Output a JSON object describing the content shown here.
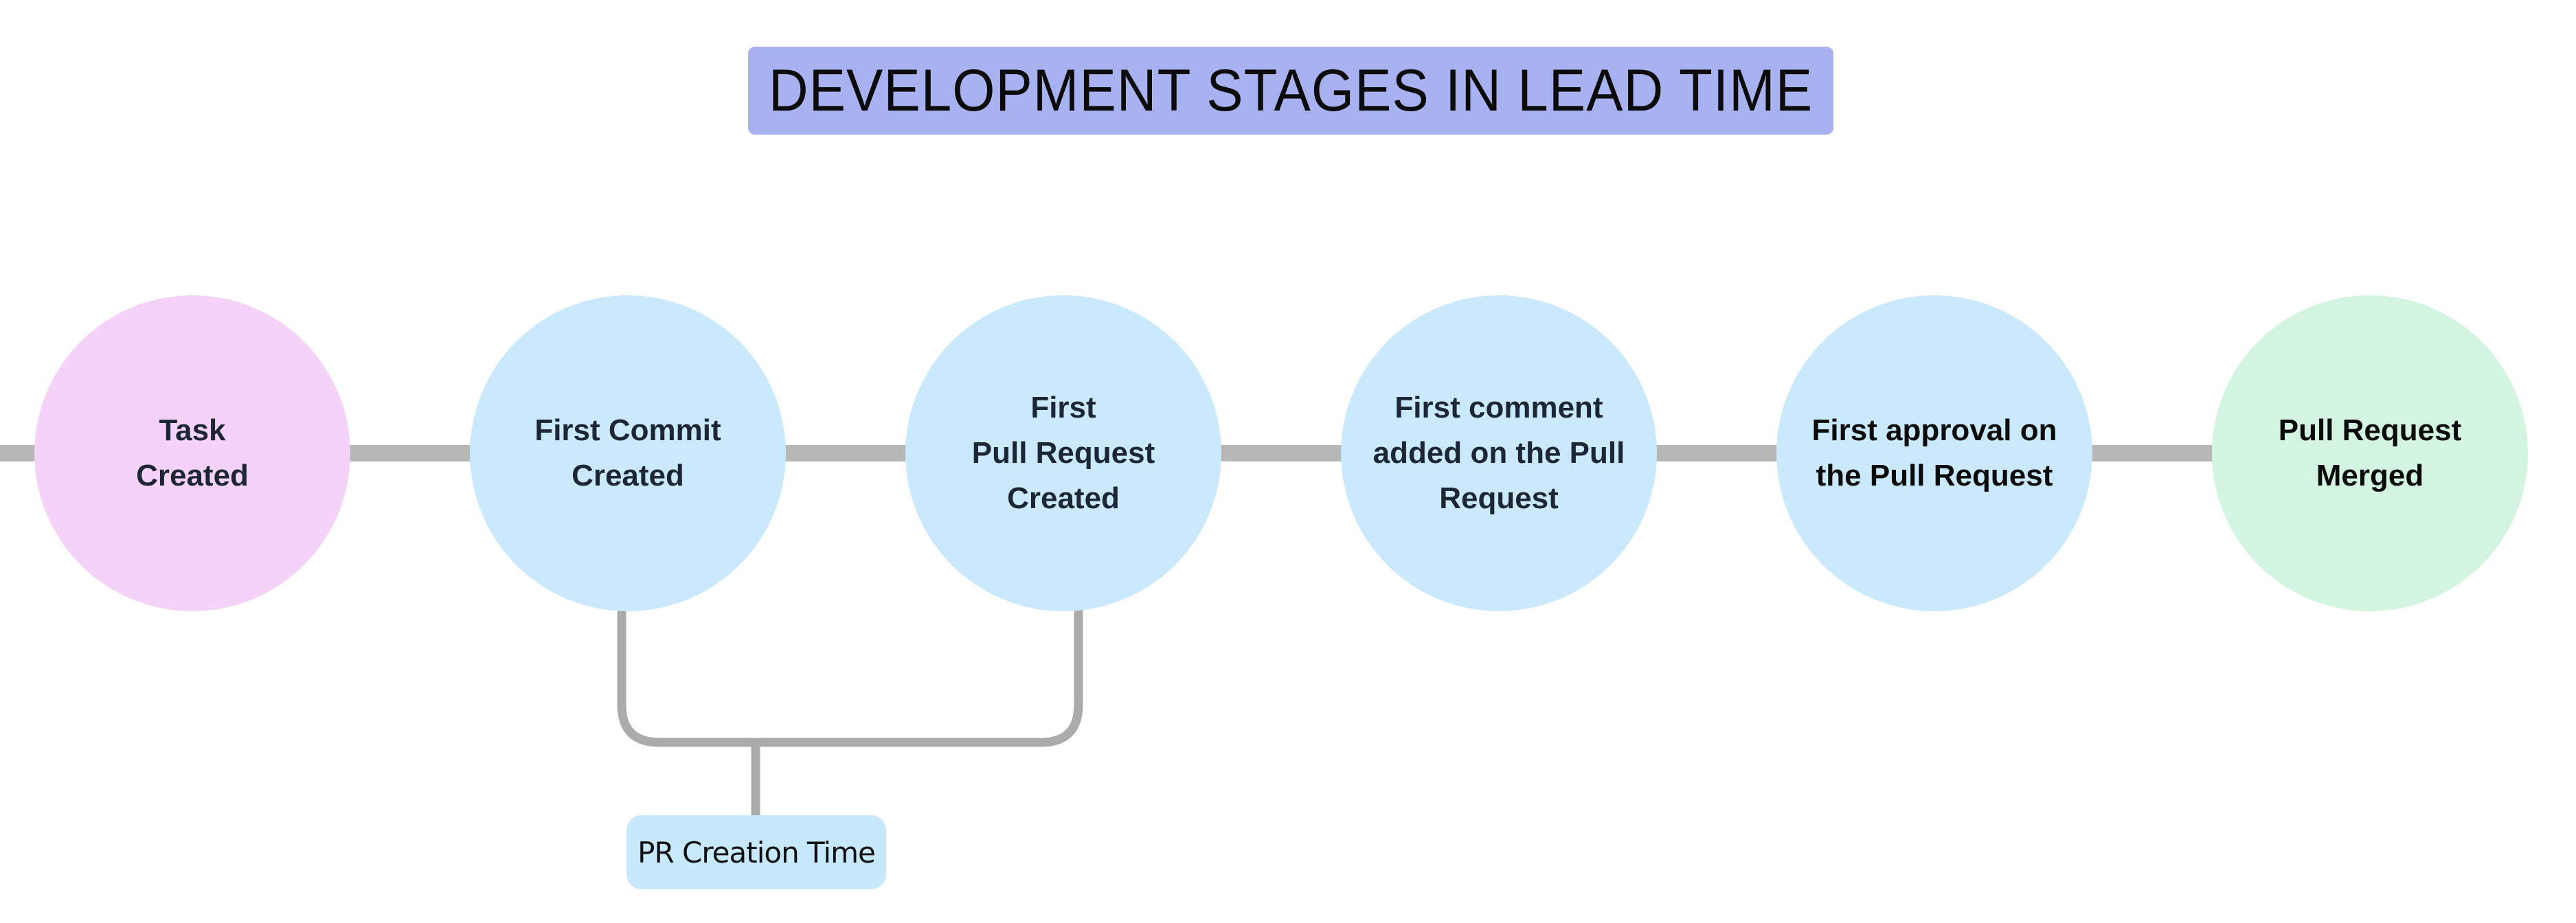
{
  "title": {
    "text": "DEVELOPMENT STAGES IN LEAD TIME",
    "bg_color": "#A9B2F0",
    "text_color": "#0b0b0b"
  },
  "stages": [
    {
      "text": "Task\nCreated",
      "fill": "#F5D2F7",
      "text_color": "#1d2634"
    },
    {
      "text": "First Commit\nCreated",
      "fill": "#CBE9FC",
      "text_color": "#1d2634"
    },
    {
      "text": "First\nPull Request\nCreated",
      "fill": "#CBE9FC",
      "text_color": "#1d2634"
    },
    {
      "text": "First comment\nadded on the Pull\nRequest",
      "fill": "#CBE9FC",
      "text_color": "#1d2634"
    },
    {
      "text": "First approval on\nthe Pull Request",
      "fill": "#CBE9FC",
      "text_color": "#0b0b0b"
    },
    {
      "text": "Pull Request\nMerged",
      "fill": "#D3F4DF",
      "text_color": "#0b0b0b"
    }
  ],
  "annotation": {
    "text": "PR Creation Time",
    "bg_color": "#C8E9FC",
    "text_color": "#101010"
  },
  "connector": {
    "color": "#B7B7B7"
  },
  "bracket": {
    "color": "#ABABAB"
  }
}
